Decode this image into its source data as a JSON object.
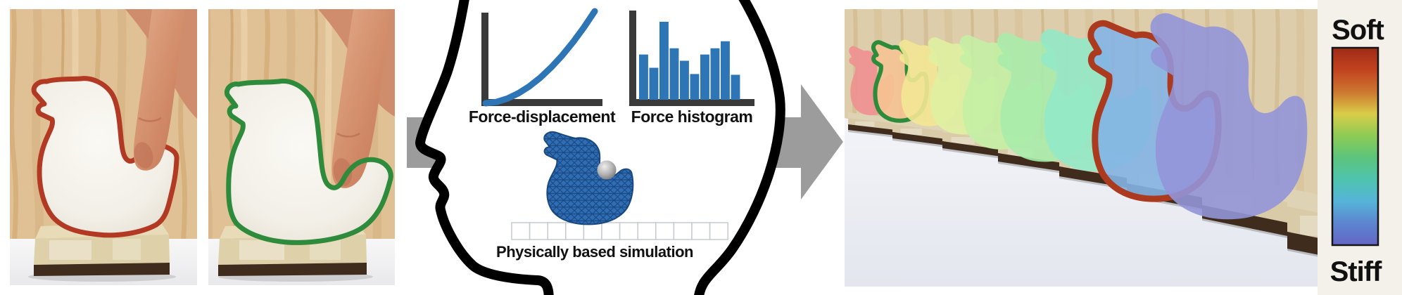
{
  "left_panel": {
    "photo1": {
      "outline_color": "#b23a24",
      "outline_color_name": "red"
    },
    "photo2": {
      "outline_color": "#2e8b3b",
      "outline_color_name": "green"
    }
  },
  "head_panel": {
    "force_displacement_label": "Force-displacement",
    "force_histogram_label": "Force histogram",
    "simulation_label": "Physically based simulation",
    "accent_blue": "#2E75B6",
    "axis_color": "#3a3a3a",
    "arrow_color": "#9c9c9c",
    "head_outline_color": "#000000"
  },
  "right_panel": {
    "ducks": [
      {
        "color": "#ee9090"
      },
      {
        "color": "#f5c392",
        "outline": "#2e8b3b"
      },
      {
        "color": "#f3e794"
      },
      {
        "color": "#dff1a1"
      },
      {
        "color": "#c4efa4"
      },
      {
        "color": "#a9ecab"
      },
      {
        "color": "#92e9c6"
      },
      {
        "color": "#84b4e6",
        "outline": "#ab3a1e"
      },
      {
        "color": "#9295d8"
      }
    ]
  },
  "legend": {
    "soft_label": "Soft",
    "stiff_label": "Stiff",
    "gradient_top_to_bottom": [
      "#9e2b17",
      "#c2421f",
      "#cc7630",
      "#d9cc49",
      "#8ecb54",
      "#5cc47c",
      "#4fc4ae",
      "#55b4d8",
      "#5d85d0",
      "#6466c4"
    ]
  },
  "chart_data": [
    {
      "type": "line",
      "title": "Force-displacement",
      "x": [
        0,
        0.1,
        0.2,
        0.3,
        0.4,
        0.5,
        0.6,
        0.7,
        0.8,
        0.9,
        1.0
      ],
      "y": [
        0,
        0.014,
        0.051,
        0.108,
        0.183,
        0.277,
        0.389,
        0.517,
        0.662,
        0.823,
        1.0
      ],
      "color": "#2E75B6",
      "axes": "unlabeled L-shaped axes, no ticks, no gridlines"
    },
    {
      "type": "bar",
      "title": "Force histogram",
      "values": [
        0.58,
        0.41,
        1.0,
        0.66,
        0.5,
        0.33,
        0.58,
        0.66,
        0.75,
        0.32
      ],
      "color": "#2E75B6",
      "axes": "unlabeled L-shaped axes, no ticks, no gridlines"
    }
  ]
}
